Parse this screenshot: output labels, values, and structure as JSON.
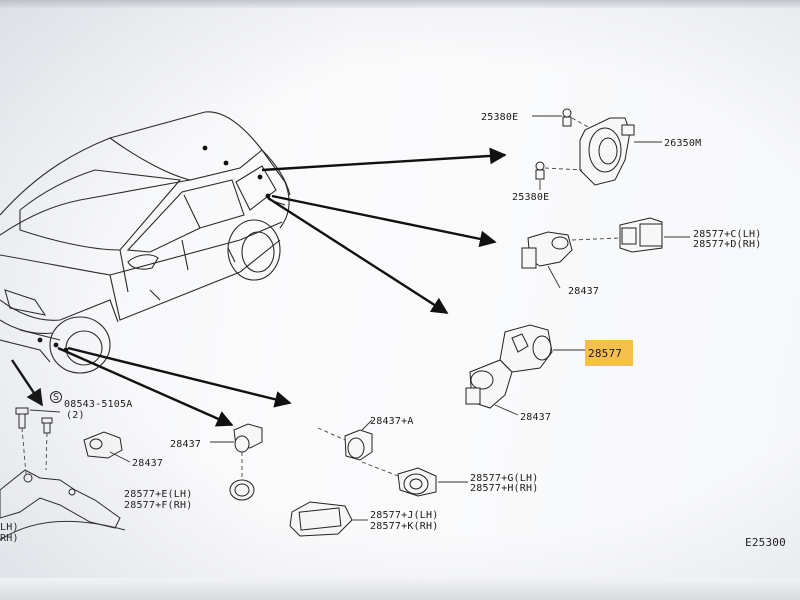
{
  "labels": {
    "bolt_upper": "25380E",
    "bolt_lower": "25380E",
    "buzzer": "26350M",
    "sensor_c": "28577+C(LH)",
    "sensor_d": "28577+D(RH)",
    "bracket_rear_upper": "28437",
    "sensor_highlighted": "28577",
    "bracket_rear_lower": "28437",
    "bolt_spec": "08543-5105A",
    "bolt_qty": "(2)",
    "bracket_front_left": "28437",
    "bracket_front_mid": "28437",
    "sensor_e": "28577+E(LH)",
    "sensor_f": "28577+F(RH)",
    "bracket_a": "28437+A",
    "sensor_g": "28577+G(LH)",
    "sensor_h": "28577+H(RH)",
    "sensor_j": "28577+J(LH)",
    "sensor_k": "28577+K(RH)",
    "edge_lh": "LH)",
    "edge_rh": "RH)",
    "diagram_ref": "E25300"
  },
  "bolt_spec_symbol": "S",
  "colors": {
    "highlight": "#f5c04a",
    "ink": "#1a1a1a"
  }
}
